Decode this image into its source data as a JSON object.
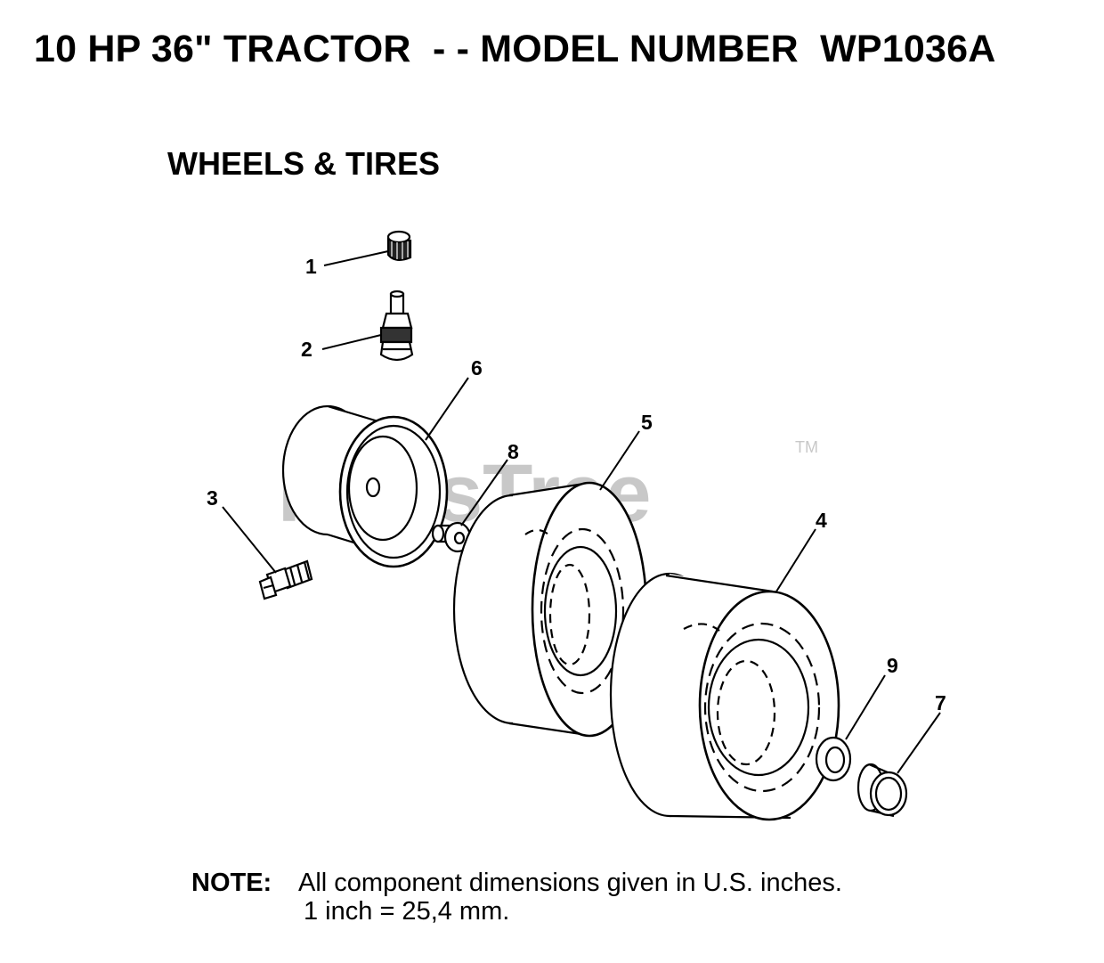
{
  "header": {
    "title": "10 HP 36\" TRACTOR  - - MODEL NUMBER  WP1036A",
    "section": "WHEELS & TIRES"
  },
  "watermark": {
    "text": "PartsTree",
    "tm": "TM"
  },
  "callouts": [
    "1",
    "2",
    "3",
    "4",
    "5",
    "6",
    "7",
    "8",
    "9"
  ],
  "parts": [
    "valve-cap",
    "valve-stem",
    "grease-fitting",
    "tire",
    "tire",
    "rim",
    "bushing",
    "bushing-flanged",
    "washer"
  ],
  "note": {
    "label": "NOTE:",
    "line1": "All component dimensions given in U.S. inches.",
    "line2": "1 inch = 25,4 mm."
  }
}
